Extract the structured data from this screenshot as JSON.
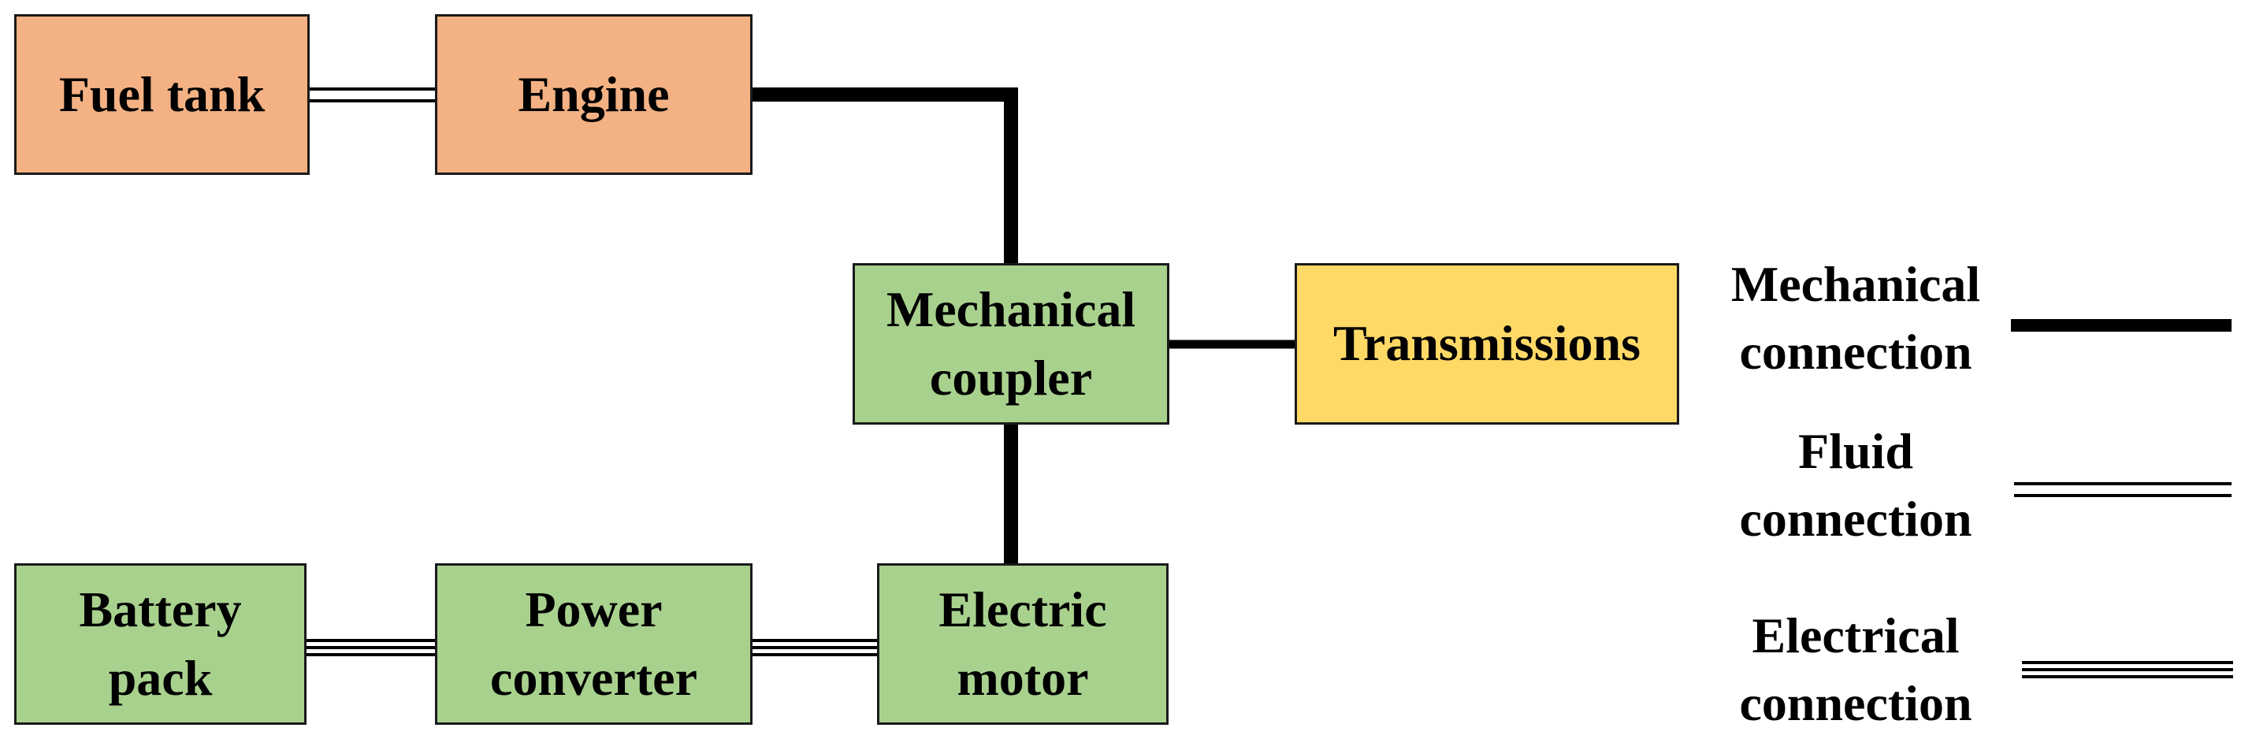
{
  "blocks": {
    "fuel_tank": {
      "line1": "Fuel tank"
    },
    "engine": {
      "line1": "Engine"
    },
    "mechanical_coupler": {
      "line1": "Mechanical",
      "line2": "coupler"
    },
    "transmissions": {
      "line1": "Transmissions"
    },
    "battery_pack": {
      "line1": "Battery",
      "line2": "pack"
    },
    "power_converter": {
      "line1": "Power",
      "line2": "converter"
    },
    "electric_motor": {
      "line1": "Electric",
      "line2": "motor"
    }
  },
  "legend": {
    "mechanical": {
      "line1": "Mechanical",
      "line2": "connection"
    },
    "fluid": {
      "line1": "Fluid",
      "line2": "connection"
    },
    "electrical": {
      "line1": "Electrical",
      "line2": "connection"
    }
  },
  "colors": {
    "engine_group": "#f4b183",
    "electric_group": "#a9d18e",
    "transmission": "#ffd966",
    "line": "#000000"
  }
}
